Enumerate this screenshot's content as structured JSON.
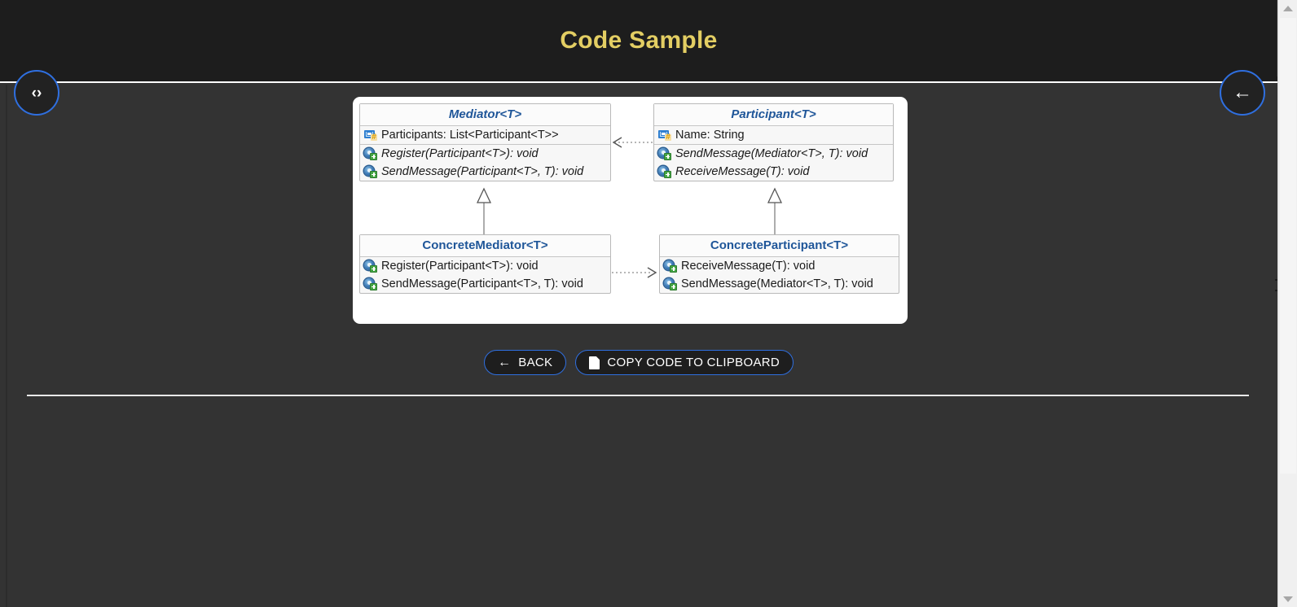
{
  "header": {
    "title": "Code Sample"
  },
  "fab": {
    "code_icon": "code-icon",
    "code_glyph": "‹›",
    "back_icon": "arrow-left-icon",
    "back_glyph": "←"
  },
  "diagram": {
    "type": "uml-class-diagram",
    "classes": [
      {
        "id": "mediator",
        "name": "Mediator<T>",
        "abstract": true,
        "properties": [
          {
            "icon": "property-icon",
            "text": "Participants: List<Participant<T>>",
            "italic": false
          }
        ],
        "methods": [
          {
            "icon": "method-icon",
            "text": "Register(Participant<T>): void",
            "italic": true
          },
          {
            "icon": "method-icon",
            "text": "SendMessage(Participant<T>, T): void",
            "italic": true
          }
        ]
      },
      {
        "id": "participant",
        "name": "Participant<T>",
        "abstract": true,
        "properties": [
          {
            "icon": "property-icon",
            "text": "Name: String",
            "italic": false
          }
        ],
        "methods": [
          {
            "icon": "method-icon",
            "text": "SendMessage(Mediator<T>, T): void",
            "italic": true
          },
          {
            "icon": "method-icon",
            "text": "ReceiveMessage(T): void",
            "italic": true
          }
        ]
      },
      {
        "id": "concrete-mediator",
        "name": "ConcreteMediator<T>",
        "abstract": false,
        "properties": [],
        "methods": [
          {
            "icon": "method-icon",
            "text": "Register(Participant<T>): void",
            "italic": false
          },
          {
            "icon": "method-icon",
            "text": "SendMessage(Participant<T>, T): void",
            "italic": false
          }
        ]
      },
      {
        "id": "concrete-participant",
        "name": "ConcreteParticipant<T>",
        "abstract": false,
        "properties": [],
        "methods": [
          {
            "icon": "method-icon",
            "text": "ReceiveMessage(T): void",
            "italic": false
          },
          {
            "icon": "method-icon",
            "text": "SendMessage(Mediator<T>, T): void",
            "italic": false
          }
        ]
      }
    ],
    "relations": [
      {
        "from": "participant",
        "to": "mediator",
        "type": "dependency"
      },
      {
        "from": "concrete-mediator",
        "to": "mediator",
        "type": "generalization"
      },
      {
        "from": "concrete-participant",
        "to": "participant",
        "type": "generalization"
      },
      {
        "from": "concrete-mediator",
        "to": "concrete-participant",
        "type": "dependency"
      }
    ]
  },
  "actions": {
    "back_label": "BACK",
    "back_icon": "arrow-left-icon",
    "back_glyph": "←",
    "copy_label": "COPY CODE TO CLIPBOARD",
    "copy_icon": "file-copy-icon"
  },
  "colors": {
    "header_bg": "#1d1d1d",
    "body_bg": "#333333",
    "title_gold": "#e3ce63",
    "accent_blue": "#2f6fe0",
    "class_title_blue": "#1f5699",
    "diagram_bg": "#ffffff"
  },
  "scrollbar": {
    "up_icon": "chevron-up-icon",
    "down_icon": "chevron-down-icon"
  }
}
